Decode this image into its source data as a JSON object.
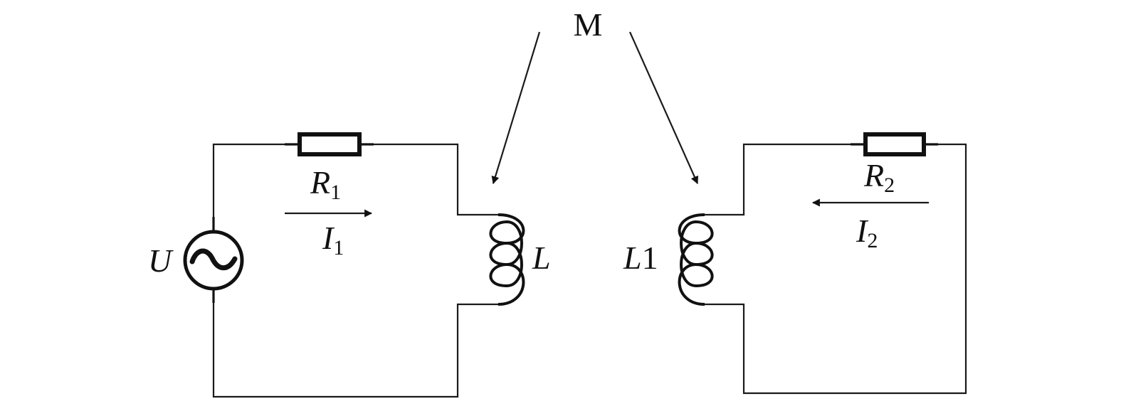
{
  "labels": {
    "mutual": "M",
    "source": "U",
    "r1": {
      "letter": "R",
      "sub": "1"
    },
    "i1": {
      "letter": "I",
      "sub": "1"
    },
    "inductor": "L",
    "inductor2": {
      "letter": "L",
      "num": "1"
    },
    "r2": {
      "letter": "R",
      "sub": "2"
    },
    "i2": {
      "letter": "I",
      "sub": "2"
    }
  }
}
